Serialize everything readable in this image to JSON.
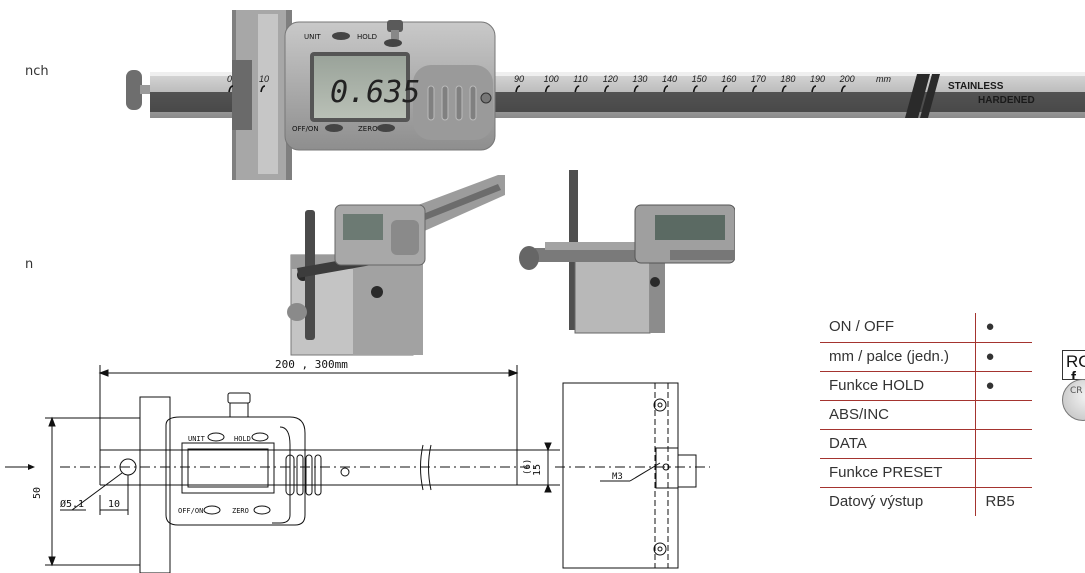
{
  "side_labels": {
    "top": "nch",
    "middle": "n"
  },
  "caliper": {
    "buttons": {
      "unit": "UNIT",
      "hold": "HOLD",
      "offon": "OFF/ON",
      "zero": "ZERO"
    },
    "display_value": "0.635",
    "scale_left": [
      "0",
      "10"
    ],
    "scale_right": [
      "90",
      "100",
      "110",
      "120",
      "130",
      "140",
      "150",
      "160",
      "170",
      "180",
      "190",
      "200"
    ],
    "scale_unit": "mm",
    "stamp_line1": "STAINLESS",
    "stamp_line2": "HARDENED"
  },
  "drawing": {
    "length_label": "200 , 300mm",
    "height_label": "50",
    "hole_label": "Ø5.1",
    "offset_label": "10",
    "width_label": "15",
    "width_sub_label": "(6)",
    "thread_label": "M3",
    "buttons": {
      "unit": "UNIT",
      "hold": "HOLD",
      "offon": "OFF/ON",
      "zero": "ZERO"
    }
  },
  "features": {
    "rows": [
      {
        "label": "ON / OFF",
        "value": "●"
      },
      {
        "label": "mm / palce (jedn.)",
        "value": "●"
      },
      {
        "label": "Funkce HOLD",
        "value": "●"
      },
      {
        "label": "ABS/INC",
        "value": ""
      },
      {
        "label": "DATA",
        "value": ""
      },
      {
        "label": "Funkce PRESET",
        "value": ""
      },
      {
        "label": "Datový výstup",
        "value": "RB5"
      }
    ]
  },
  "badges": {
    "rohs_line1": "RO",
    "rohs_line2": "f",
    "coin_text": "CR"
  }
}
